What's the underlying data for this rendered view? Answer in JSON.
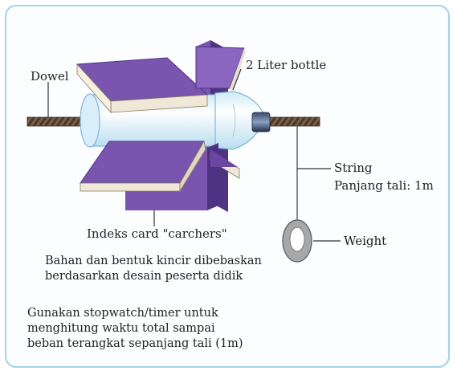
{
  "labels": {
    "dowel": "Dowel",
    "bottle": "2 Liter bottle",
    "string": "String",
    "string_length": "Panjang tali: 1m",
    "weight": "Weight",
    "cards": "Indeks card \"carchers\""
  },
  "notes": {
    "design_line1": "Bahan dan bentuk kincir dibebaskan",
    "design_line2": "berdasarkan desain peserta didik",
    "timer_line1": "Gunakan stopwatch/timer untuk",
    "timer_line2": "menghitung waktu total sampai",
    "timer_line3": "beban terangkat sepanjang tali (1m)"
  },
  "colors": {
    "border": "#9fd3ef",
    "card_purple": "#7a55b0",
    "card_dark": "#4d3382",
    "bottle_light": "#e2f4fb",
    "dowel": "#5a4530"
  }
}
